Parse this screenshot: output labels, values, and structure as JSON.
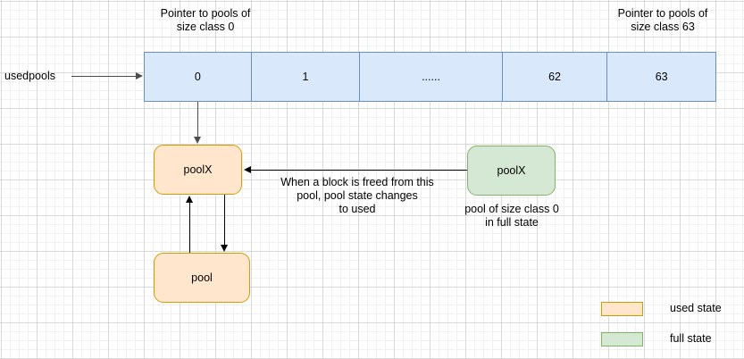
{
  "diagram": {
    "title": "usedpools array of pointers to pools by size class",
    "colors": {
      "array_fill": "#dae8fc",
      "array_stroke": "#6c8ebf",
      "used_fill": "#ffe6cc",
      "used_stroke": "#d79b00",
      "full_fill": "#d5e8d4",
      "full_stroke": "#82b366",
      "connector": "#000000",
      "connector_grey": "#4d4d4d",
      "grid_major": "#d9d9d9",
      "grid_minor": "#f0f0f0"
    }
  },
  "labels": {
    "usedpools": "usedpools",
    "pointer_first": "Pointer to pools of\nsize class 0",
    "pointer_last": "Pointer to pools of\nsize class 63",
    "freed_note": "When a block is freed from this\npool, pool state changes\nto used",
    "full_pool_caption": "pool of size class 0\nin full state"
  },
  "array": {
    "name": "usedpools",
    "cells": [
      {
        "label": "0",
        "width": 120
      },
      {
        "label": "1",
        "width": 122
      },
      {
        "label": "......",
        "width": 160
      },
      {
        "label": "62",
        "width": 118
      },
      {
        "label": "63",
        "width": 121
      }
    ]
  },
  "nodes": {
    "pool_x_used": {
      "label": "poolX",
      "state": "used"
    },
    "pool_used": {
      "label": "pool",
      "state": "used"
    },
    "pool_x_full": {
      "label": "poolX",
      "state": "full"
    }
  },
  "legend": {
    "items": [
      {
        "label": "used state",
        "state": "used"
      },
      {
        "label": "full state",
        "state": "full"
      }
    ]
  }
}
